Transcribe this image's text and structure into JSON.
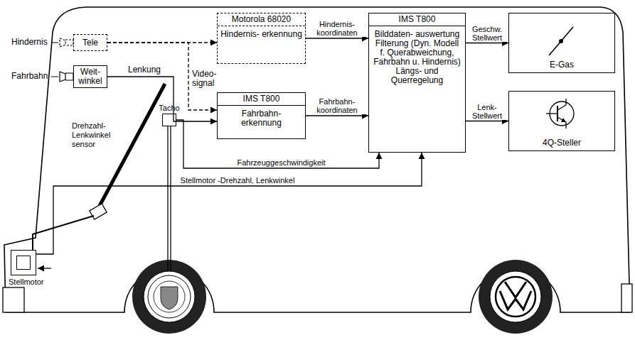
{
  "diagram": {
    "nodes": [
      {
        "text": [
          "Tele"
        ]
      },
      {
        "text": [
          "Weit- winkel"
        ]
      },
      {
        "text": [
          "Motorola 68020",
          "Hindernis- erkennung"
        ]
      },
      {
        "text": [
          "IMS T800",
          "Fahrbahn- erkennung"
        ]
      },
      {
        "text": [
          "IMS T800",
          "Bilddaten- auswertung Filterung (Dyn. Modell f. Querabweichung, Fahrbahn u. Hindernis) Längs- und Querregelung"
        ]
      },
      {
        "text": [
          "E-Gas"
        ]
      },
      {
        "text": [
          "4Q-Steller"
        ]
      },
      {
        "text": [
          "Tacho",
          "Drehzahl- Lenkwinkel sensor"
        ]
      },
      {
        "text": [
          "Stellmotor"
        ]
      }
    ],
    "edges": [
      {
        "from": 0,
        "to": 2,
        "arrow": "to"
      },
      {
        "from": 0,
        "to": 3,
        "arrow": "to"
      },
      {
        "from": 1,
        "to": 3,
        "arrow": "to"
      },
      {
        "from": 2,
        "to": 4,
        "label": "Hindernis- koordinaten",
        "arrow": "to"
      },
      {
        "from": 3,
        "to": 4,
        "label": "Fahrbahn- koordinaten",
        "arrow": "to"
      },
      {
        "from": 4,
        "to": 5,
        "label": "Geschw. Stellwert",
        "arrow": "to"
      },
      {
        "from": 4,
        "to": 6,
        "label": "Lenk- Stellwert",
        "arrow": "to"
      },
      {
        "from": 7,
        "to": 4,
        "label": "Fahrzeuggeschwindigkeit",
        "arrow": "to"
      },
      {
        "from": 8,
        "to": 4,
        "label": "Stellmotor -Drehzahl, Lenkwinkel",
        "arrow": "to"
      }
    ],
    "labels": [
      "Hindernis",
      "Fahrbahn",
      "Video- signal",
      "Lenkung"
    ]
  }
}
